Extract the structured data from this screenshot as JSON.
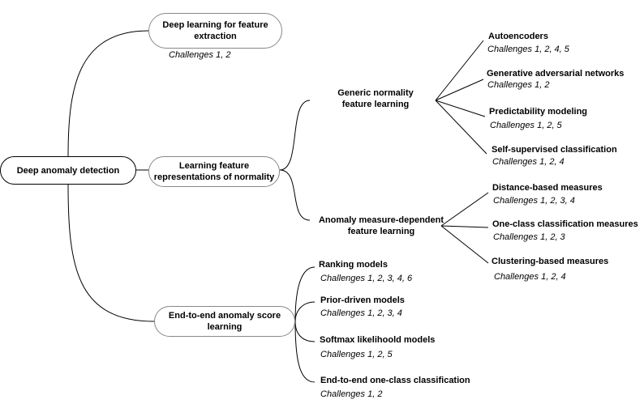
{
  "root": {
    "label": "Deep anomaly detection"
  },
  "branches": {
    "feature_extraction": {
      "label": "Deep learning for feature extraction",
      "challenges": "Challenges 1, 2"
    },
    "normality": {
      "label": "Learning feature representations of normality",
      "generic": {
        "label": "Generic normality feature learning",
        "items": [
          {
            "name": "Autoencoders",
            "challenges": "Challenges 1, 2, 4, 5"
          },
          {
            "name": "Generative adversarial networks",
            "challenges": "Challenges 1, 2"
          },
          {
            "name": "Predictability modeling",
            "challenges": "Challenges 1, 2, 5"
          },
          {
            "name": "Self-supervised classification",
            "challenges": "Challenges 1, 2, 4"
          }
        ]
      },
      "measure": {
        "label": "Anomaly measure-dependent feature learning",
        "items": [
          {
            "name": "Distance-based measures",
            "challenges": "Challenges 1, 2, 3, 4"
          },
          {
            "name": "One-class classification measures",
            "challenges": "Challenges 1, 2, 3"
          },
          {
            "name": "Clustering-based measures",
            "challenges": "Challenges 1, 2, 4"
          }
        ]
      }
    },
    "end_to_end": {
      "label": "End-to-end anomaly score learning",
      "items": [
        {
          "name": "Ranking models",
          "challenges": "Challenges 1, 2, 3, 4, 6"
        },
        {
          "name": "Prior-driven models",
          "challenges": "Challenges 1, 2, 3, 4"
        },
        {
          "name": "Softmax likelihoold models",
          "challenges": "Challenges 1, 2, 5"
        },
        {
          "name": "End-to-end one-class classification",
          "challenges": "Challenges 1, 2"
        }
      ]
    }
  }
}
